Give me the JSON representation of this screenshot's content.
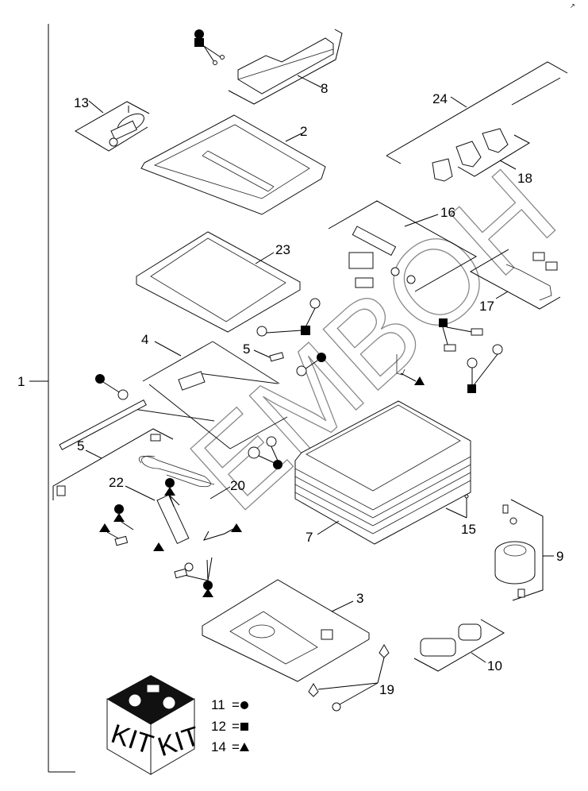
{
  "diagram": {
    "title": "Seat suspension exploded parts view",
    "watermark": "EMBOH",
    "corner_mark": "↗",
    "group_label": "1",
    "callouts": [
      {
        "id": "c2",
        "label": "2"
      },
      {
        "id": "c3",
        "label": "3"
      },
      {
        "id": "c4",
        "label": "4"
      },
      {
        "id": "c5a",
        "label": "5"
      },
      {
        "id": "c5b",
        "label": "5"
      },
      {
        "id": "c7",
        "label": "7"
      },
      {
        "id": "c8",
        "label": "8"
      },
      {
        "id": "c9",
        "label": "9"
      },
      {
        "id": "c10",
        "label": "10"
      },
      {
        "id": "c13",
        "label": "13"
      },
      {
        "id": "c15",
        "label": "15"
      },
      {
        "id": "c16",
        "label": "16"
      },
      {
        "id": "c17",
        "label": "17"
      },
      {
        "id": "c18",
        "label": "18"
      },
      {
        "id": "c19",
        "label": "19"
      },
      {
        "id": "c20",
        "label": "20"
      },
      {
        "id": "c22",
        "label": "22"
      },
      {
        "id": "c23",
        "label": "23"
      },
      {
        "id": "c24",
        "label": "24"
      }
    ],
    "kit": {
      "face_left": "KIT",
      "face_right": "KIT"
    },
    "legend": [
      {
        "part": "11",
        "eq": "=",
        "symbol": "circle"
      },
      {
        "part": "12",
        "eq": "=",
        "symbol": "square"
      },
      {
        "part": "14",
        "eq": "=",
        "symbol": "triangle"
      }
    ]
  }
}
